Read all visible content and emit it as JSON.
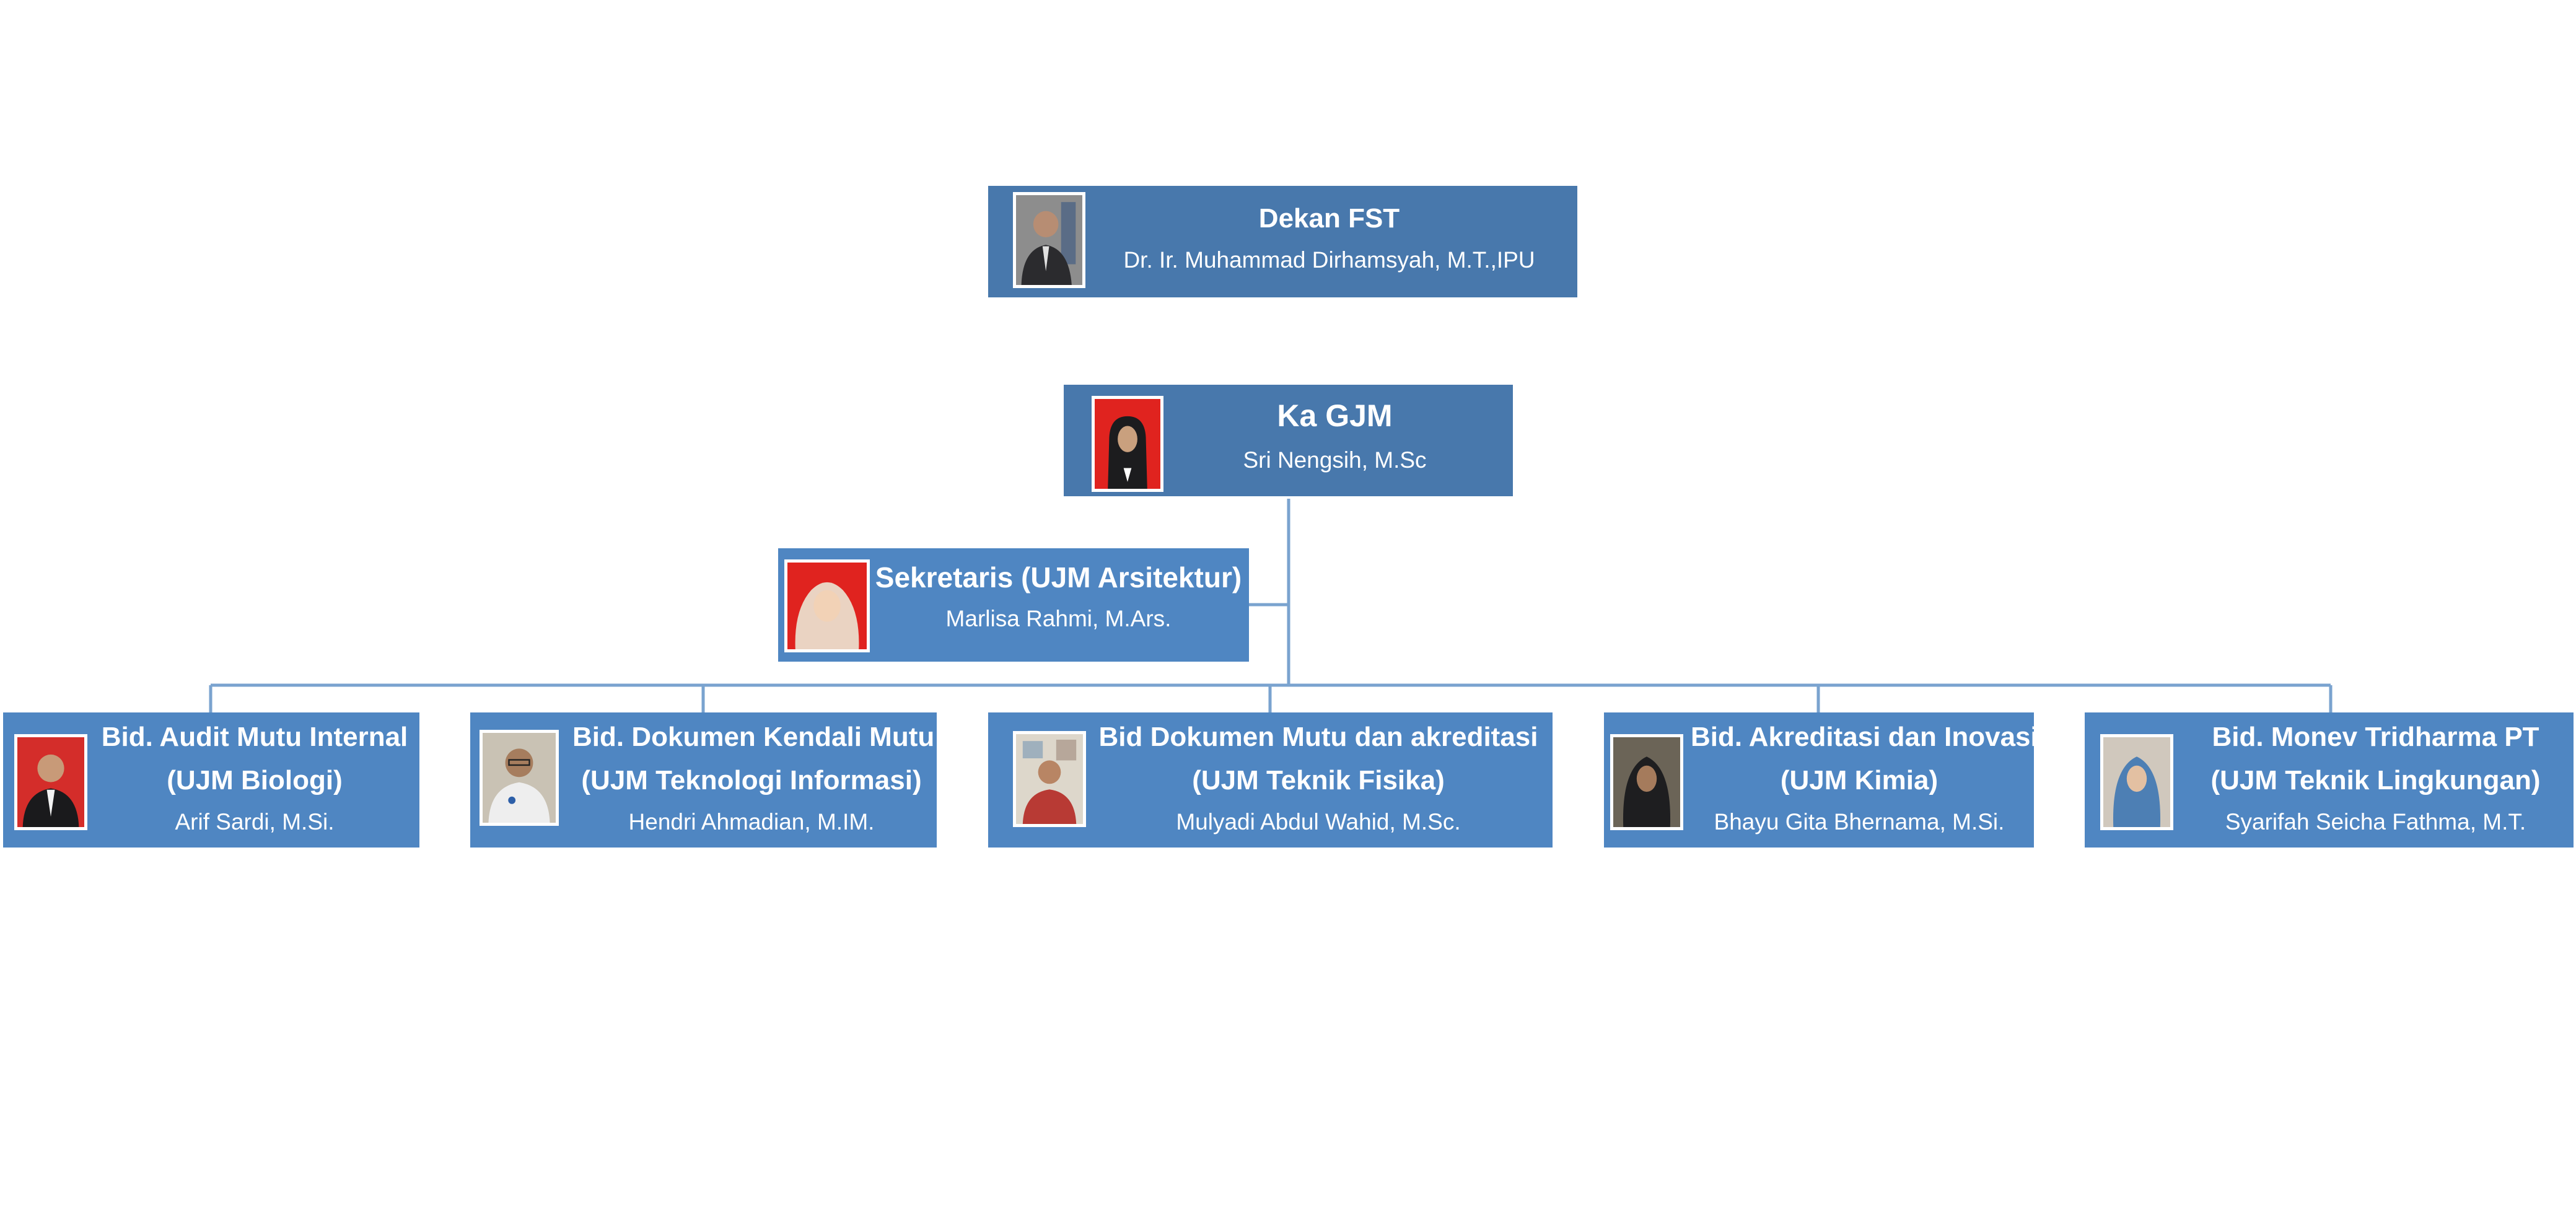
{
  "org_chart": {
    "dean": {
      "title": "Dekan FST",
      "name": "Dr. Ir. Muhammad Dirhamsyah, M.T.,IPU",
      "photo_icon": "portrait-man-grey-background"
    },
    "head": {
      "title": "Ka GJM",
      "name": "Sri Nengsih, M.Sc",
      "photo_icon": "portrait-woman-hijab-red-background"
    },
    "secretary": {
      "title": "Sekretaris (UJM Arsitektur)",
      "name": "Marlisa Rahmi, M.Ars.",
      "photo_icon": "portrait-woman-hijab-red-background"
    },
    "divisions": [
      {
        "title_line1": "Bid. Audit Mutu Internal",
        "title_line2": "(UJM Biologi)",
        "name": "Arif Sardi, M.Si.",
        "photo_icon": "portrait-man-red-background"
      },
      {
        "title_line1": "Bid. Dokumen Kendali Mutu",
        "title_line2": "(UJM Teknologi Informasi)",
        "name": "Hendri Ahmadian, M.IM.",
        "photo_icon": "portrait-man-glasses"
      },
      {
        "title_line1": "Bid Dokumen Mutu dan akreditasi",
        "title_line2": "(UJM Teknik Fisika)",
        "name": "Mulyadi Abdul Wahid, M.Sc.",
        "photo_icon": "portrait-man-red-shirt"
      },
      {
        "title_line1": "Bid. Akreditasi dan Inovasi",
        "title_line2": "(UJM Kimia)",
        "name": "Bhayu Gita Bhernama, M.Si.",
        "photo_icon": "portrait-woman-hijab-dark"
      },
      {
        "title_line1": "Bid. Monev Tridharma PT",
        "title_line2": "(UJM Teknik Lingkungan)",
        "name": "Syarifah Seicha Fathma, M.T.",
        "photo_icon": "portrait-woman-hijab-blue"
      }
    ],
    "colors": {
      "box_dark": "#4878ac",
      "box_light": "#4f86c2",
      "connector": "#7aa3cf",
      "text": "#ffffff"
    }
  }
}
